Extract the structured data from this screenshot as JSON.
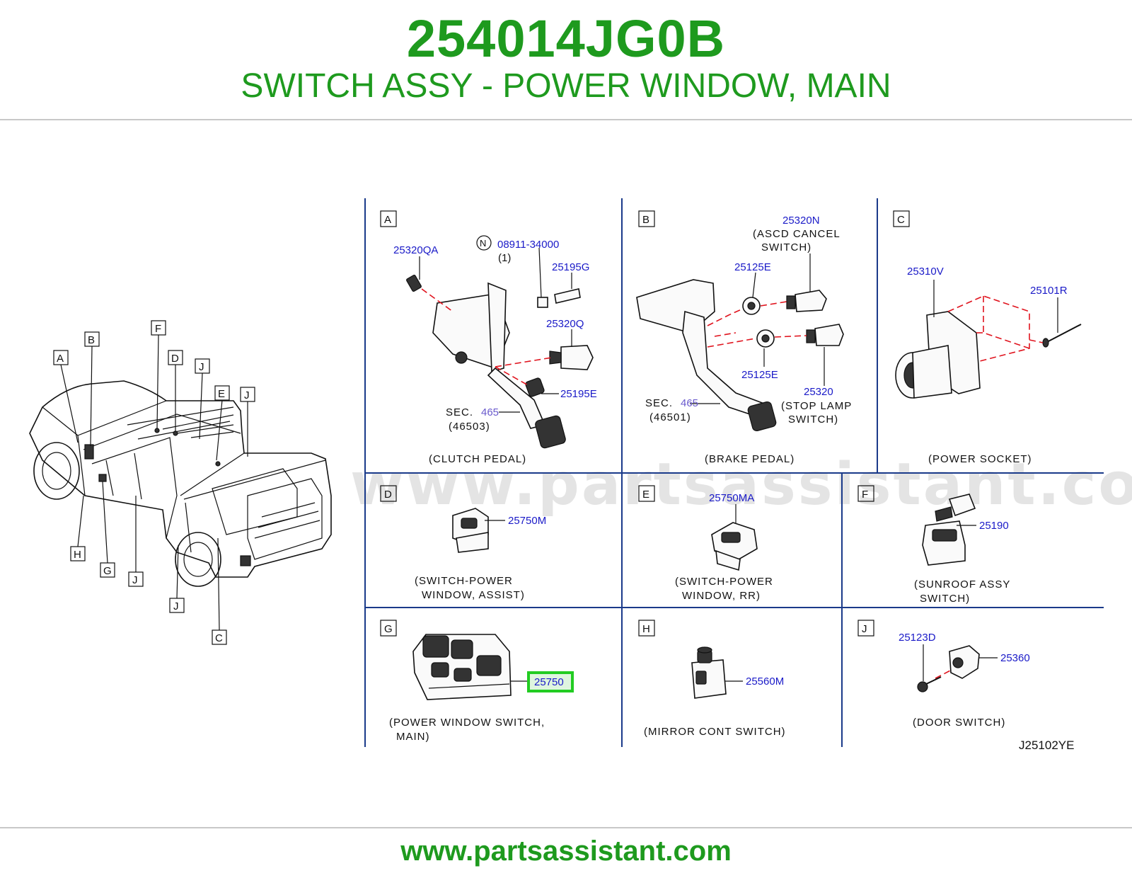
{
  "header": {
    "part_number": "254014JG0B",
    "description": "SWITCH ASSY - POWER WINDOW, MAIN"
  },
  "footer": {
    "url": "www.partsassistant.com"
  },
  "watermark": "www.partsassistant.com",
  "diagram_code": "J25102YE",
  "vehicle_callouts": [
    "A",
    "B",
    "F",
    "D",
    "J",
    "E",
    "J",
    "H",
    "G",
    "J",
    "J",
    "C"
  ],
  "panels": {
    "A": {
      "letter": "A",
      "caption": "(CLUTCH PEDAL)",
      "labels": {
        "p1": "25320QA",
        "p2": "08911-34000",
        "p2_qty": "(1)",
        "p2_marker": "N",
        "p3": "25195G",
        "p4": "25320Q",
        "p5": "25195E",
        "sec": "SEC.",
        "sec_num": "465",
        "sec_sub": "(46503)"
      }
    },
    "B": {
      "letter": "B",
      "caption": "(BRAKE PEDAL)",
      "labels": {
        "p1": "25320N",
        "p1_desc1": "(ASCD CANCEL",
        "p1_desc2": "SWITCH)",
        "p2": "25125E",
        "p3": "25125E",
        "p4": "25320",
        "p4_desc1": "(STOP LAMP",
        "p4_desc2": "SWITCH)",
        "sec": "SEC.",
        "sec_num": "465",
        "sec_sub": "(46501)"
      }
    },
    "C": {
      "letter": "C",
      "caption": "(POWER SOCKET)",
      "labels": {
        "p1": "25310V",
        "p2": "25101R"
      }
    },
    "D": {
      "letter": "D",
      "caption1": "(SWITCH-POWER",
      "caption2": "WINDOW, ASSIST)",
      "labels": {
        "p1": "25750M"
      }
    },
    "E": {
      "letter": "E",
      "caption1": "(SWITCH-POWER",
      "caption2": "WINDOW, RR)",
      "labels": {
        "p1": "25750MA"
      }
    },
    "F": {
      "letter": "F",
      "caption1": "(SUNROOF ASSY",
      "caption2": "SWITCH)",
      "labels": {
        "p1": "25190"
      }
    },
    "G": {
      "letter": "G",
      "caption1": "(POWER WINDOW SWITCH,",
      "caption2": "MAIN)",
      "labels": {
        "p1": "25750"
      },
      "highlight_color": "#22cc22"
    },
    "H": {
      "letter": "H",
      "caption": "(MIRROR CONT SWITCH)",
      "labels": {
        "p1": "25560M"
      }
    },
    "J": {
      "letter": "J",
      "caption": "(DOOR SWITCH)",
      "labels": {
        "p1": "25123D",
        "p2": "25360"
      }
    }
  },
  "colors": {
    "title_green": "#1e9a1e",
    "part_number_blue": "#1a1ac8",
    "grid_blue": "#1a3a8a",
    "leader_red": "#e0141e",
    "highlight_green": "#22cc22"
  }
}
